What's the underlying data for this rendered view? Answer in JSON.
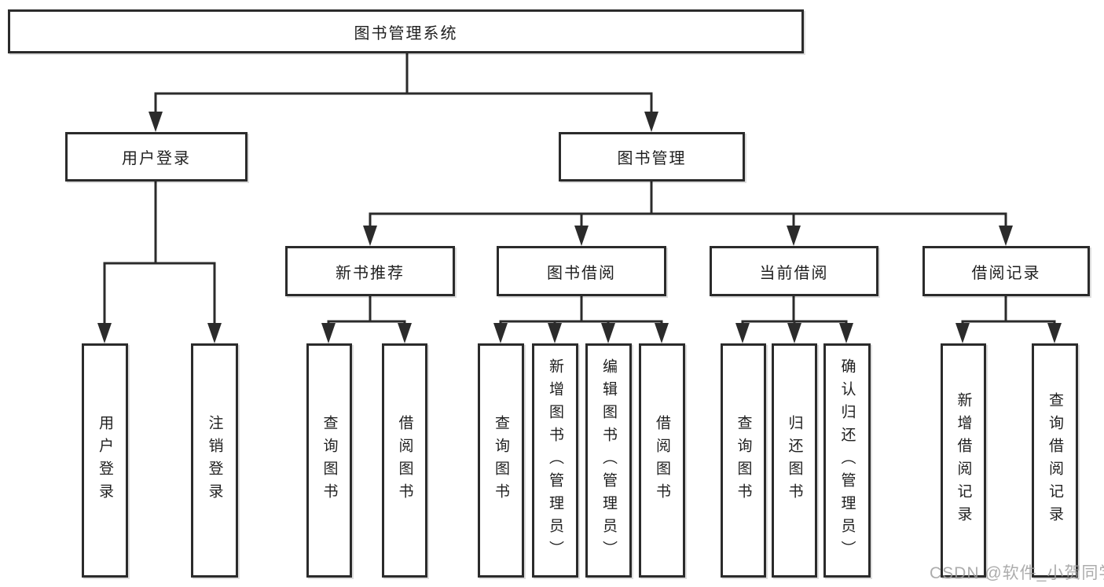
{
  "diagram": {
    "title": "图书管理系统",
    "branches": [
      {
        "label": "用户登录",
        "children": [
          {
            "label": "用户登录"
          },
          {
            "label": "注销登录"
          }
        ]
      },
      {
        "label": "图书管理",
        "children": [
          {
            "label": "新书推荐",
            "children": [
              {
                "label": "查询图书"
              },
              {
                "label": "借阅图书"
              }
            ]
          },
          {
            "label": "图书借阅",
            "children": [
              {
                "label": "查询图书"
              },
              {
                "label": "新增图书（管理员）"
              },
              {
                "label": "编辑图书（管理员）"
              },
              {
                "label": "借阅图书"
              }
            ]
          },
          {
            "label": "当前借阅",
            "children": [
              {
                "label": "查询图书"
              },
              {
                "label": "归还图书"
              },
              {
                "label": "确认归还（管理员）"
              }
            ]
          },
          {
            "label": "借阅记录",
            "children": [
              {
                "label": "新增借阅记录"
              },
              {
                "label": "查询借阅记录"
              }
            ]
          }
        ]
      }
    ],
    "colors": {
      "line": "#2b2b2b",
      "box_border": "#2b2b2b",
      "text": "#1f1f1f",
      "background": "#ffffff",
      "watermark": "#9e9e9e"
    }
  },
  "watermark": {
    "text": "CSDN @软件_小贺同学"
  }
}
